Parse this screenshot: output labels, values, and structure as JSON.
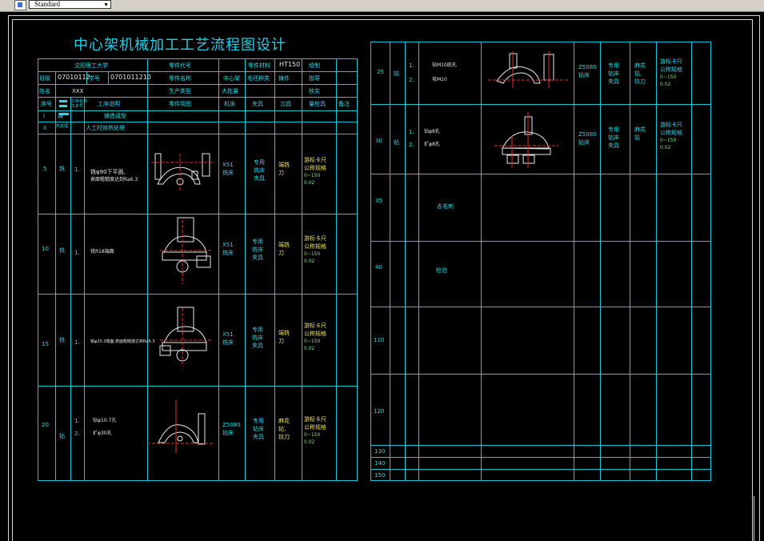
{
  "toolbar": {
    "style_value": "Standard",
    "icon": "text-style-icon"
  },
  "title": "中心架机械加工工艺流程图设计",
  "header": {
    "school": "沈阳理工大学",
    "part_code_label": "零件代号",
    "material_label": "零件材料",
    "material_value": "HT150",
    "designer_label": "绘制",
    "class_label": "班级",
    "class_value": "07010112",
    "student_id_label": "学号",
    "student_id_value": "0701011210",
    "part_name_label": "零件名称",
    "part_name_value": "中心架",
    "blank_type_label": "毛坯种类",
    "blank_type_value": "铸件",
    "advisor_label": "指导",
    "name_label": "姓名",
    "name_value": "XXX",
    "production_type_label": "生产类型",
    "production_type_value": "大批量",
    "review_label": "核实",
    "columns": [
      "序号",
      "工序名称",
      "工步号",
      "工序说明",
      "零件简图",
      "机床",
      "夹具",
      "刀具",
      "量检具",
      "备注"
    ]
  },
  "left_rows": [
    {
      "no": "I",
      "name": "铸",
      "desc": "铸造成型"
    },
    {
      "no": "II",
      "name": "热处理",
      "desc": "人工时效热处理"
    },
    {
      "no": "5",
      "name": "铣",
      "step": "1.",
      "desc1": "铣φ90下平面,",
      "desc2": "表面粗糙度达到Ra6.3",
      "machine1": "X51",
      "machine2": "铣床",
      "fixture1": "专用",
      "fixture2": "铣床",
      "fixture3": "夹具",
      "tool1": "端铣",
      "tool2": "刀",
      "gauge1": "游标卡尺",
      "gauge2": "公称规格",
      "gauge3": "0~150",
      "gauge4": "0.02"
    },
    {
      "no": "10",
      "name": "铣",
      "step": "1.",
      "desc1": "铣R18端面",
      "machine1": "X51",
      "machine2": "铣床",
      "fixture1": "专用",
      "fixture2": "铣床",
      "fixture3": "夹具",
      "tool1": "端铣",
      "tool2": "刀",
      "gauge1": "游标卡尺",
      "gauge2": "公称规格",
      "gauge3": "0~150",
      "gauge4": "0.02"
    },
    {
      "no": "15",
      "name": "铣",
      "step": "1.",
      "desc1": "铣φ20.2端面,表面粗糙度达到Ra6.3",
      "machine1": "X51",
      "machine2": "铣床",
      "fixture1": "专用",
      "fixture2": "铣床",
      "fixture3": "夹具",
      "tool1": "端铣",
      "tool2": "刀",
      "gauge1": "游标卡尺",
      "gauge2": "公称规格",
      "gauge3": "0~150",
      "gauge4": "0.02"
    },
    {
      "no": "20",
      "name": "钻",
      "step1": "1.",
      "step2": "2.",
      "desc1": "钻φ10.7孔",
      "desc2": "扩φ30孔",
      "machine1": "Z5080",
      "machine2": "钻床",
      "fixture1": "专用",
      "fixture2": "钻床",
      "fixture3": "夹具",
      "tool1": "麻花",
      "tool2": "钻,",
      "tool3": "铰刀",
      "gauge1": "游标卡尺",
      "gauge2": "公称规格",
      "gauge3": "0~150",
      "gauge4": "0.02"
    }
  ],
  "right_rows": [
    {
      "no": "25",
      "name": "钻",
      "step1": "1.",
      "step2": "2.",
      "desc1": "钻M10底孔",
      "desc2": "攻M10",
      "machine1": "Z5080",
      "machine2": "钻床",
      "fixture1": "专用",
      "fixture2": "钻床",
      "fixture3": "夹具",
      "tool1": "麻花",
      "tool2": "钻,",
      "tool3": "铰刀",
      "gauge1": "游标卡尺",
      "gauge2": "公称规格",
      "gauge3": "0~150",
      "gauge4": "0.02"
    },
    {
      "no": "30",
      "name": "钻",
      "step1": "1.",
      "step2": "2.",
      "desc1": "钻φ8孔",
      "desc2": "扩φ8孔",
      "machine1": "Z5080",
      "machine2": "钻床",
      "fixture1": "专用",
      "fixture2": "钻床",
      "fixture3": "夹具",
      "tool1": "麻花",
      "tool2": "钻",
      "gauge1": "游标卡尺",
      "gauge2": "公称规格",
      "gauge3": "0~150",
      "gauge4": "0.02"
    },
    {
      "no": "35",
      "desc": "去毛刺"
    },
    {
      "no": "40",
      "desc": "检验"
    },
    {
      "no": "110"
    },
    {
      "no": "120"
    },
    {
      "no": "130"
    },
    {
      "no": "140"
    },
    {
      "no": "150"
    }
  ]
}
